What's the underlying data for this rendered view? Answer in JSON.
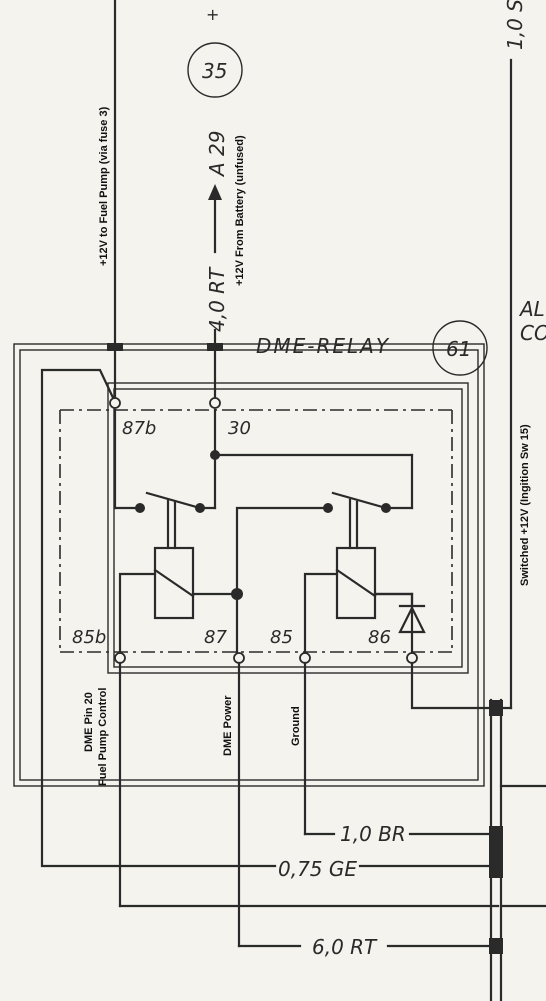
{
  "labels": {
    "fuse3": "+12V to Fuel Pump (via fuse 3)",
    "battery": "+12V From Battery (unfused)",
    "ignition": "Switched +12V (Ingition Sw 15)",
    "dme_pin20_a": "DME Pin 20",
    "dme_pin20_b": "Fuel Pump Control",
    "dme_power": "DME Power",
    "ground": "Ground"
  },
  "diagram": {
    "relay_title": "DME-RELAY",
    "relay_number": "61",
    "ref_number": "35",
    "ref_sign": "+",
    "wire_40rt": "4,0 RT",
    "ref_a29": "A 29",
    "top_right_text": "1,0 S",
    "top_right_b1": "AL",
    "top_right_b2": "CO",
    "terminals": {
      "t87b": "87b",
      "t30": "30",
      "t85b": "85b",
      "t87": "87",
      "t85": "85",
      "t86": "86"
    },
    "wires": {
      "br": "1,0 BR",
      "ge": "0,75 GE",
      "rt6": "6,0 RT"
    }
  }
}
